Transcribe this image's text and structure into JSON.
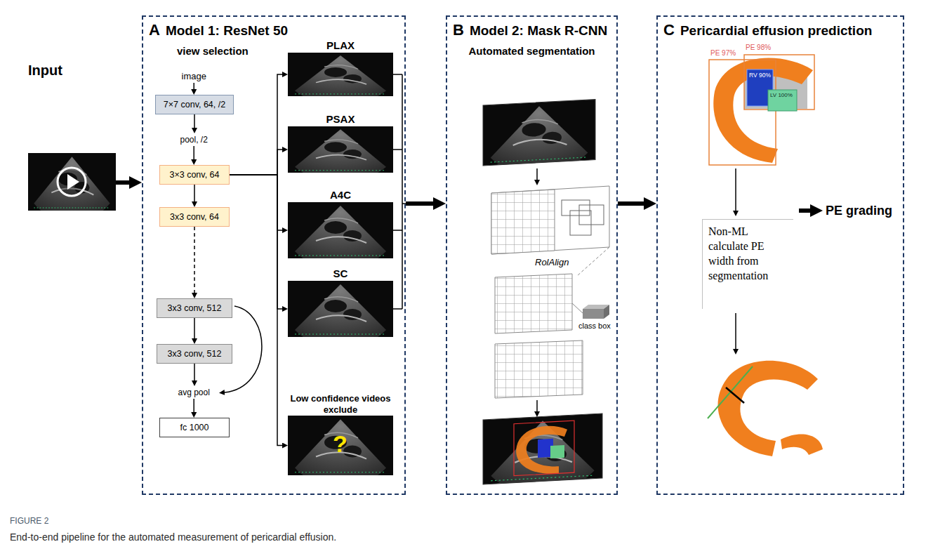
{
  "diagram": {
    "caption": "End-to-end pipeline for the automated measurement of pericardial effusion.",
    "nodes": [
      {
        "text": [
          "Input"
        ]
      },
      {
        "text": [
          "A",
          "Model 1: ResNet 50",
          "view selection"
        ]
      },
      {
        "text": [
          "image"
        ],
        "in": 1
      },
      {
        "text": [
          "7×7 conv, 64, /2"
        ],
        "in": 1
      },
      {
        "text": [
          "pool, /2"
        ],
        "in": 1
      },
      {
        "text": [
          "3×3 conv, 64"
        ],
        "in": 1
      },
      {
        "text": [
          "3x3 conv, 64"
        ],
        "in": 1
      },
      {
        "text": [
          "3x3 conv, 512"
        ],
        "in": 1
      },
      {
        "text": [
          "3x3 conv, 512"
        ],
        "in": 1
      },
      {
        "text": [
          "avg pool"
        ],
        "in": 1
      },
      {
        "text": [
          "fc 1000"
        ],
        "in": 1
      },
      {
        "text": [
          "PLAX"
        ],
        "in": 1
      },
      {
        "text": [
          "PSAX"
        ],
        "in": 1
      },
      {
        "text": [
          "A4C"
        ],
        "in": 1
      },
      {
        "text": [
          "SC"
        ],
        "in": 1
      },
      {
        "text": [
          "Low confidence videos exclude"
        ],
        "in": 1
      },
      {
        "text": [
          "B",
          "Model 2: Mask R-CNN",
          "Automated segmentation"
        ]
      },
      {
        "text": [
          "C",
          "Pericardial effusion prediction"
        ]
      },
      {
        "text": [
          "Non-ML calculate PE width from segmentation"
        ],
        "in": 17
      },
      {
        "text": [
          "PE grading"
        ],
        "in": 17
      }
    ],
    "edges": [
      {
        "from": 0,
        "to": 1,
        "arrow": "to"
      },
      {
        "from": 2,
        "to": 3,
        "arrow": "to"
      },
      {
        "from": 3,
        "to": 4,
        "arrow": "to"
      },
      {
        "from": 4,
        "to": 5,
        "arrow": "to"
      },
      {
        "from": 5,
        "to": 6,
        "arrow": "to"
      },
      {
        "from": 6,
        "to": 7,
        "arrow": "to"
      },
      {
        "from": 7,
        "to": 8,
        "arrow": "to"
      },
      {
        "from": 8,
        "to": 9,
        "arrow": "to"
      },
      {
        "from": 9,
        "to": 10,
        "arrow": "to"
      },
      {
        "from": 5,
        "to": 11,
        "arrow": "to"
      },
      {
        "from": 5,
        "to": 12,
        "arrow": "to"
      },
      {
        "from": 5,
        "to": 13,
        "arrow": "to"
      },
      {
        "from": 5,
        "to": 14,
        "arrow": "to"
      },
      {
        "from": 5,
        "to": 15,
        "arrow": "to"
      },
      {
        "from": 1,
        "to": 16,
        "arrow": "to"
      },
      {
        "from": 16,
        "to": 17,
        "arrow": "to"
      }
    ],
    "labels": [
      "?",
      "RolAlign",
      "class box",
      "PE 97%",
      "PE 98%",
      "RV 90%",
      "LV 100%",
      "FIGURE 2"
    ]
  }
}
